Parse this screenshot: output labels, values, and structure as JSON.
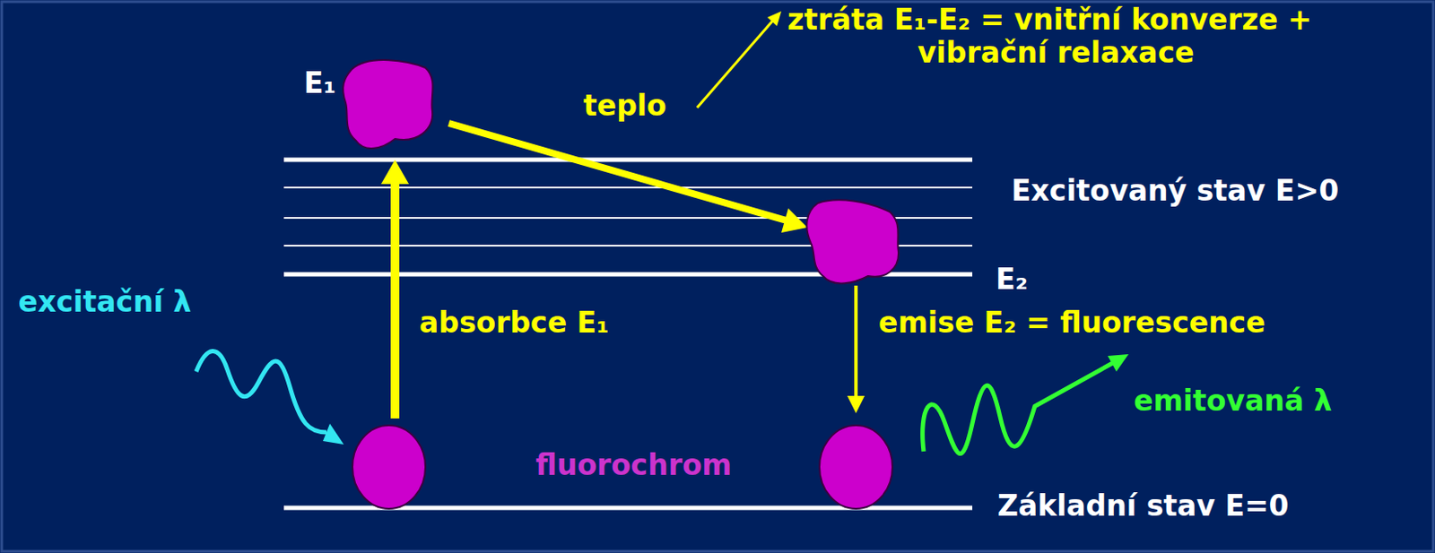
{
  "diagram": {
    "labels": [
      "E₁",
      "teplo",
      "ztráta E₁-E₂ = vnitřní konverze + vibrační relaxace",
      "Excitovaný stav E>0",
      "E₂",
      "excitační λ",
      "absorbce E₁",
      "emise E₂ = fluorescence",
      "emitovaná λ",
      "fluorochrom",
      "Základní stav E=0"
    ]
  }
}
